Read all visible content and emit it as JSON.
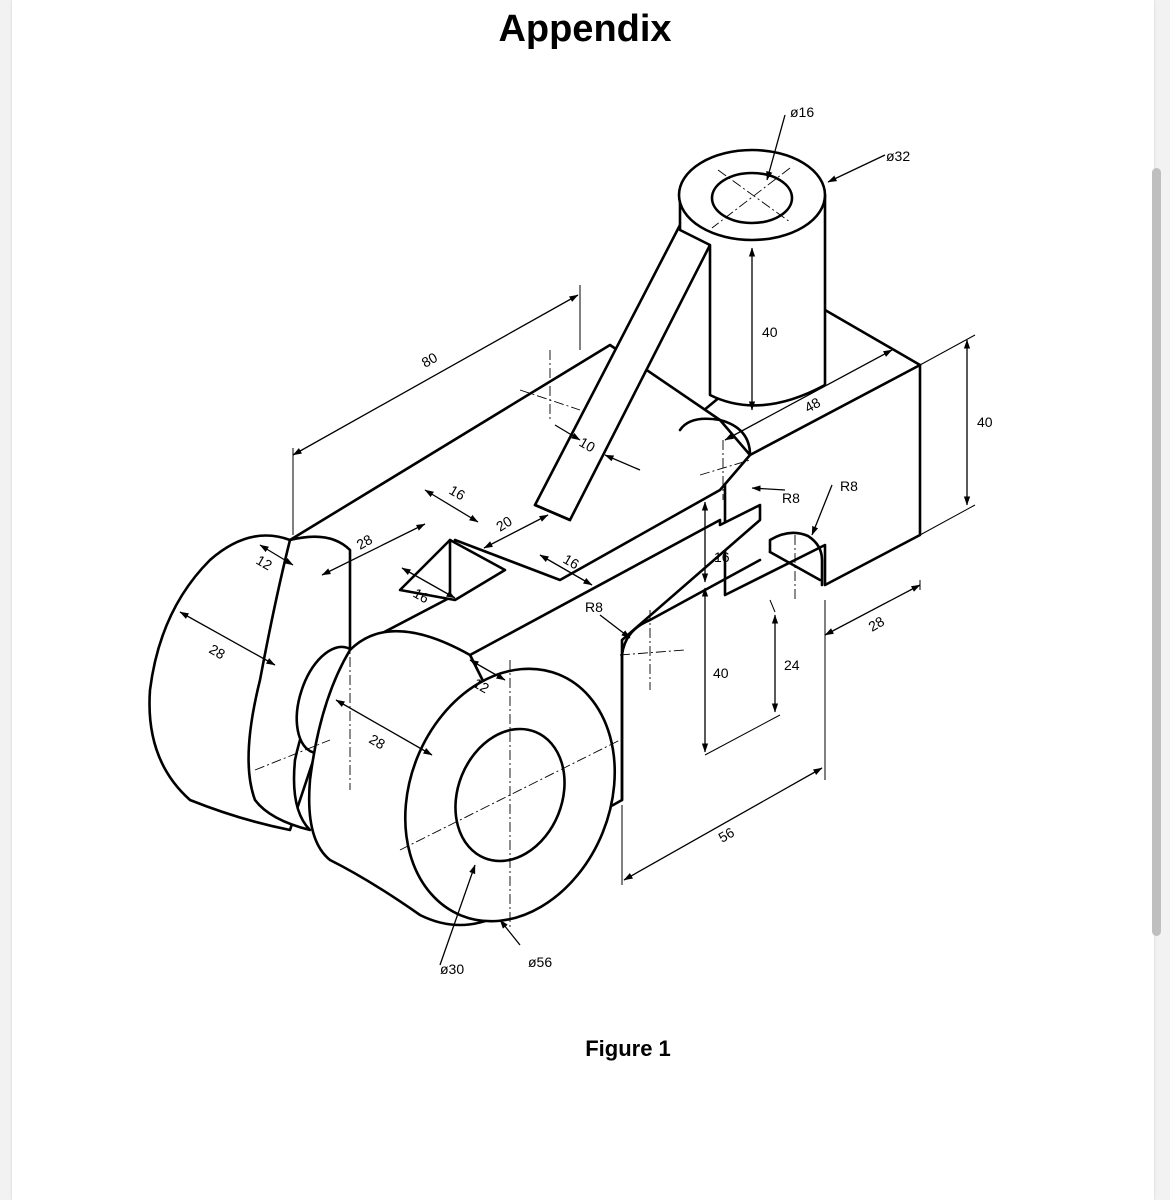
{
  "page": {
    "title": "Appendix",
    "caption": "Figure 1"
  },
  "drawing": {
    "dimensions": {
      "len_80": "80",
      "boss_dia_16": "ø16",
      "boss_dia_32": "ø32",
      "boss_height_40": "40",
      "block_length_48": "48",
      "block_height_40": "40",
      "rib_10": "10",
      "slot_16_top": "16",
      "slot_20": "20",
      "slot_28": "28",
      "lug_12_left": "12",
      "slot_16_inner": "16",
      "arm_16": "16",
      "radius_r8_block": "R8",
      "radius_r8_slot": "R8",
      "radius_r8_arm": "R8",
      "step_16": "16",
      "depth_28_right": "28",
      "height_24": "24",
      "height_40_front": "40",
      "cyl_28_left": "28",
      "cyl_28_front": "28",
      "lug_12_front": "12",
      "width_56": "56",
      "hole_dia_30": "ø30",
      "cyl_dia_56": "ø56"
    }
  }
}
